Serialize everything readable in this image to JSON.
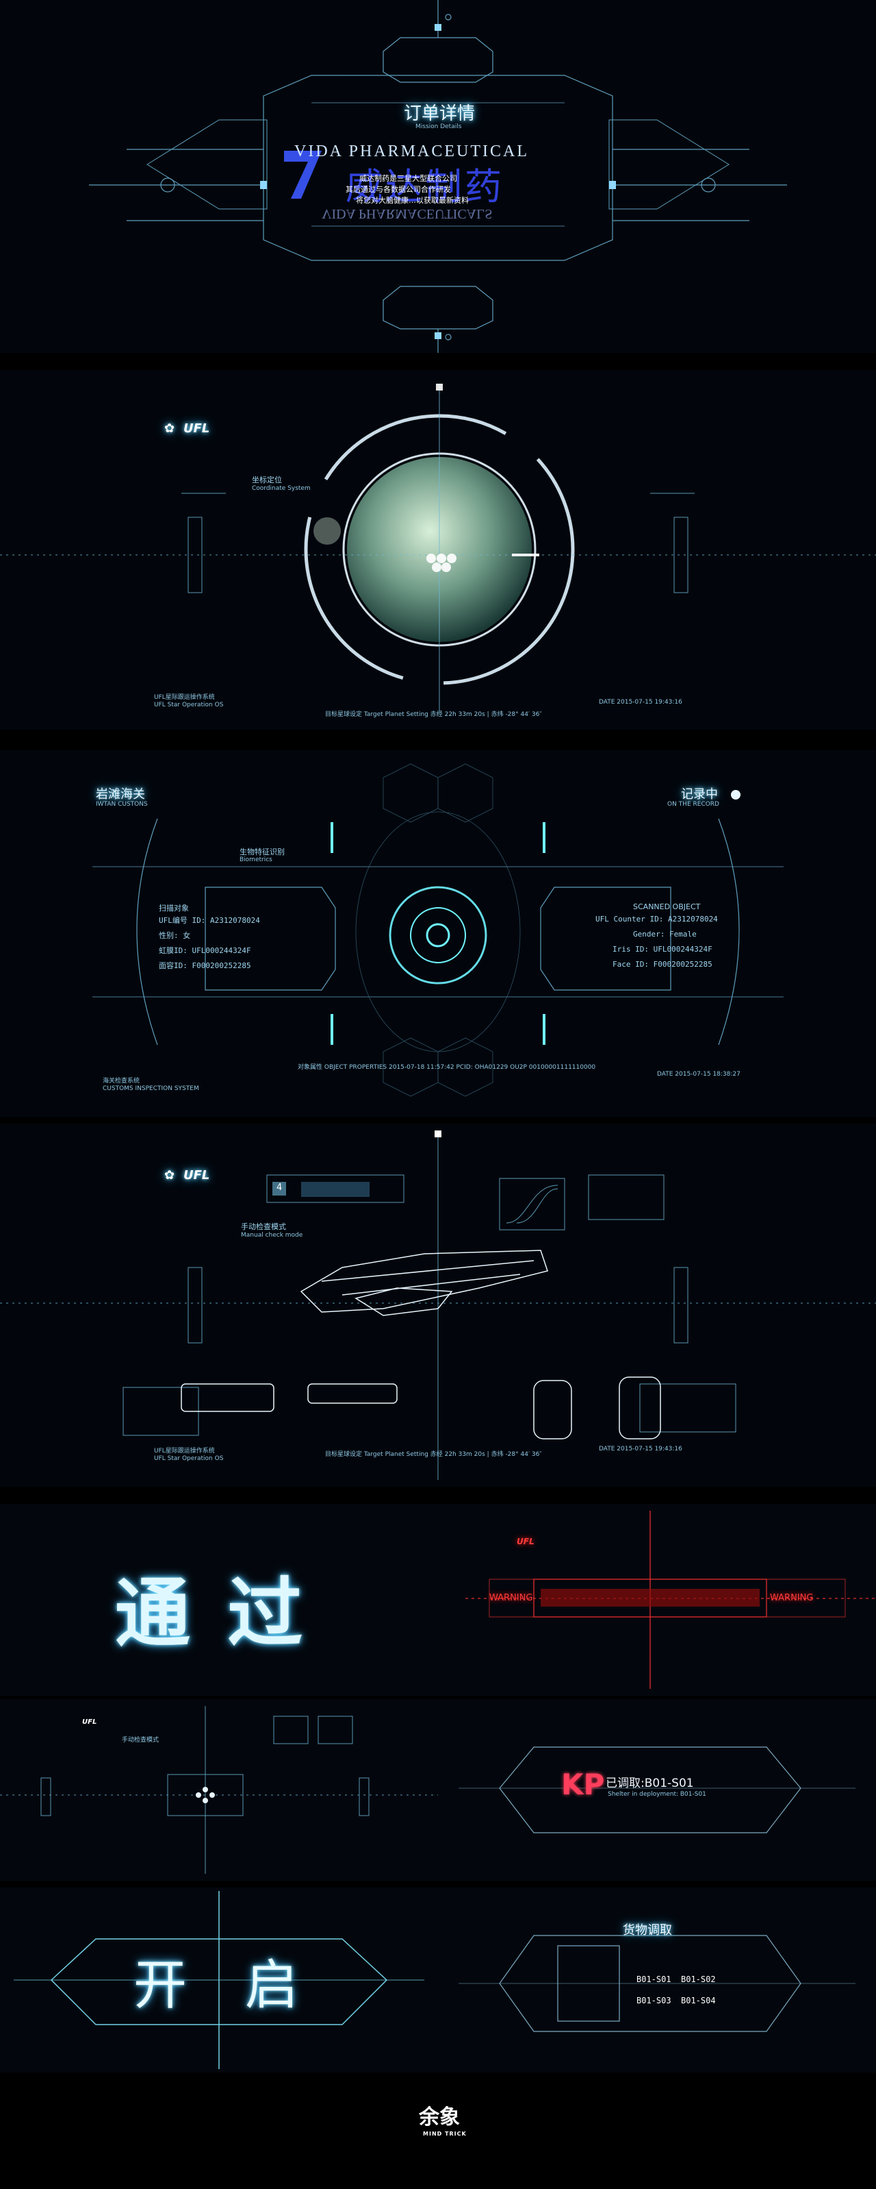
{
  "panel1": {
    "title": "订单详情",
    "subtitle": "Mission Details",
    "brand_en": "VIDA PHARMACEUTICAL",
    "brand_en_mirror": "VIDA PHARMACEUTICALS",
    "brand_cn": "威达制药",
    "desc_1": "威达制药是三星大型联合公司",
    "desc_2": "其后通过与各数据公司合作研发",
    "desc_3": "将您对大脑健康…以获取最新资料"
  },
  "panel2": {
    "logo": "UFL",
    "coord_cn": "坐标定位",
    "coord_en": "Coordinate System",
    "system_cn": "UFL星际跟运操作系统",
    "system_en": "UFL Star Operation OS",
    "target_line": "目标星球设定 Target Planet Setting 赤经 22h 33m 20s | 赤纬 -28° 44′ 36″",
    "date": "DATE 2015-07-15 19:43:16"
  },
  "panel3": {
    "customs_cn": "岩滩海关",
    "customs_en": "IWTAN CUSTONS",
    "record_cn": "记录中",
    "record_en": "ON THE RECORD",
    "bio_cn": "生物特征识别",
    "bio_en": "Biometrics",
    "object_cn": "扫描对象",
    "f1": "UFL编号 ID: A2312078024",
    "f2": "性别: 女",
    "f3": "虹膜ID: UFL000244324F",
    "f4": "面容ID: F000200252285",
    "scanned": "SCANNED OBJECT",
    "e1": "UFL Counter ID: A2312078024",
    "e2": "Gender: Female",
    "e3": "Iris ID: UFL000244324F",
    "e4": "Face ID: F000200252285",
    "props": "对象属性 OBJECT PROPERTIES 2015-07-18 11:57:42 PCID: OHA01229 OU2P 00100001111110000",
    "system_cn": "海关检查系统",
    "system_en": "CUSTOMS INSPECTION SYSTEM",
    "date": "DATE 2015-07-15 18:38:27"
  },
  "panel4": {
    "logo": "UFL",
    "mode_cn": "手动检查模式",
    "mode_en": "Manual check mode",
    "system_cn": "UFL星际跟运操作系统",
    "system_en": "UFL Star Operation OS",
    "target_line": "目标星球设定 Target Planet Setting 赤经 22h 33m 20s | 赤纬 -28° 44′ 36″",
    "date": "DATE 2015-07-15 19:43:16",
    "badge": "4"
  },
  "panel5": {
    "pass_text": "通 过",
    "logo": "UFL",
    "warning": "WARNING"
  },
  "panel6": {
    "logo": "UFL",
    "mode_cn": "手动检查模式",
    "kp": "KP",
    "seat": "已调取:B01-S01",
    "seat_en": "Shelter in deployment: B01-S01"
  },
  "panel7": {
    "open_text": "开 启",
    "goods_title": "货物调取",
    "codes": [
      "B01-S01",
      "B01-S02",
      "B01-S03",
      "B01-S04"
    ]
  },
  "footer": {
    "logo_cn": "余象",
    "logo_en": "MIND TRICK"
  }
}
